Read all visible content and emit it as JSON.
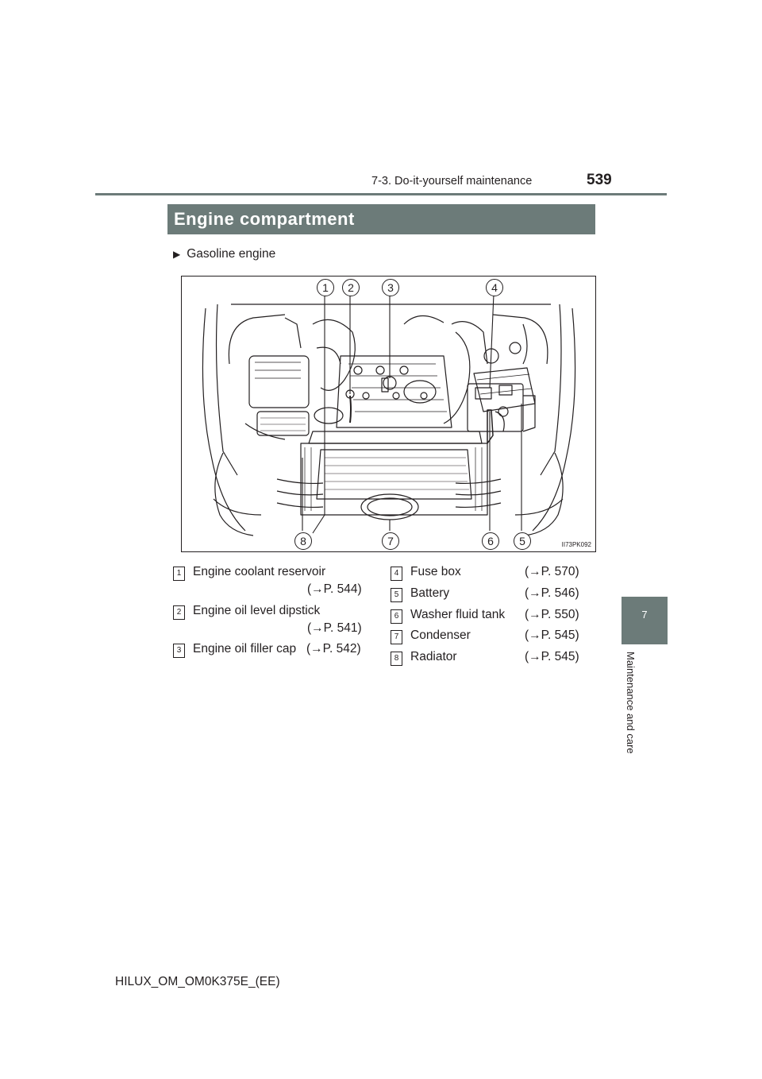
{
  "header": {
    "section": "7-3. Do-it-yourself maintenance",
    "page_number": "539"
  },
  "chapter": {
    "number": "7",
    "label": "Maintenance and care"
  },
  "title": "Engine compartment",
  "subheading": "Gasoline engine",
  "figure": {
    "code": "II73PK092",
    "callouts": [
      "1",
      "2",
      "3",
      "4",
      "5",
      "6",
      "7",
      "8"
    ]
  },
  "legend": [
    {
      "num": "1",
      "label": "Engine coolant reservoir",
      "ref": "(→P. 544)"
    },
    {
      "num": "2",
      "label": "Engine oil level dipstick",
      "ref": "(→P. 541)"
    },
    {
      "num": "3",
      "label": "Engine oil filler cap",
      "ref": "(→P. 542)"
    },
    {
      "num": "4",
      "label": "Fuse box",
      "ref": "(→P. 570)"
    },
    {
      "num": "5",
      "label": "Battery",
      "ref": "(→P. 546)"
    },
    {
      "num": "6",
      "label": "Washer fluid tank",
      "ref": "(→P. 550)"
    },
    {
      "num": "7",
      "label": "Condenser",
      "ref": "(→P. 545)"
    },
    {
      "num": "8",
      "label": "Radiator",
      "ref": "(→P. 545)"
    }
  ],
  "footer": "HILUX_OM_OM0K375E_(EE)"
}
